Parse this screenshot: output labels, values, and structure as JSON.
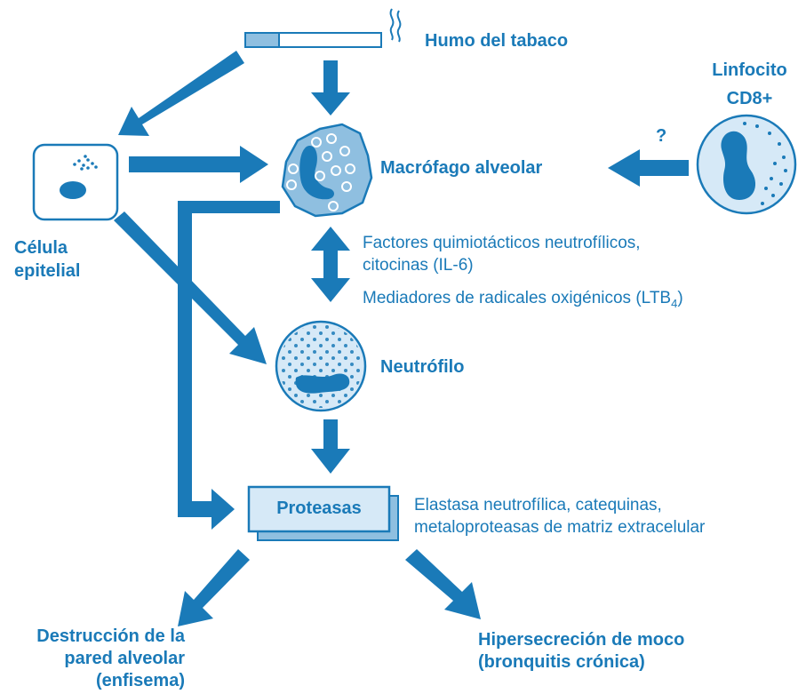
{
  "labels": {
    "tobacco_smoke": "Humo del tabaco",
    "lymphocyte_line1": "Linfocito",
    "lymphocyte_line2": "CD8+",
    "question_mark": "?",
    "alveolar_macrophage": "Macrófago alveolar",
    "epithelial_line1": "Célula",
    "epithelial_line2": "epitelial",
    "chemotactic_line1": "Factores quimiotácticos neutrofílicos,",
    "chemotactic_line2": "citocinas (IL-6)",
    "mediators": "Mediadores de radicales oxigénicos (LTB",
    "mediators_sub": "4",
    "mediators_end": ")",
    "neutrophil": "Neutrófilo",
    "proteases": "Proteasas",
    "proteases_desc_line1": "Elastasa neutrofílica, catequinas,",
    "proteases_desc_line2": "metaloproteasas de matriz extracelular",
    "outcome_left_line1": "Destrucción de la",
    "outcome_left_line2": "pared alveolar",
    "outcome_left_line3": "(enfisema)",
    "outcome_right_line1": "Hipersecreción de moco",
    "outcome_right_line2": "(bronquitis crónica)"
  },
  "colors": {
    "primary": "#1a7ab8",
    "light_fill": "#d6e9f7",
    "medium_fill": "#8fbfe0"
  }
}
